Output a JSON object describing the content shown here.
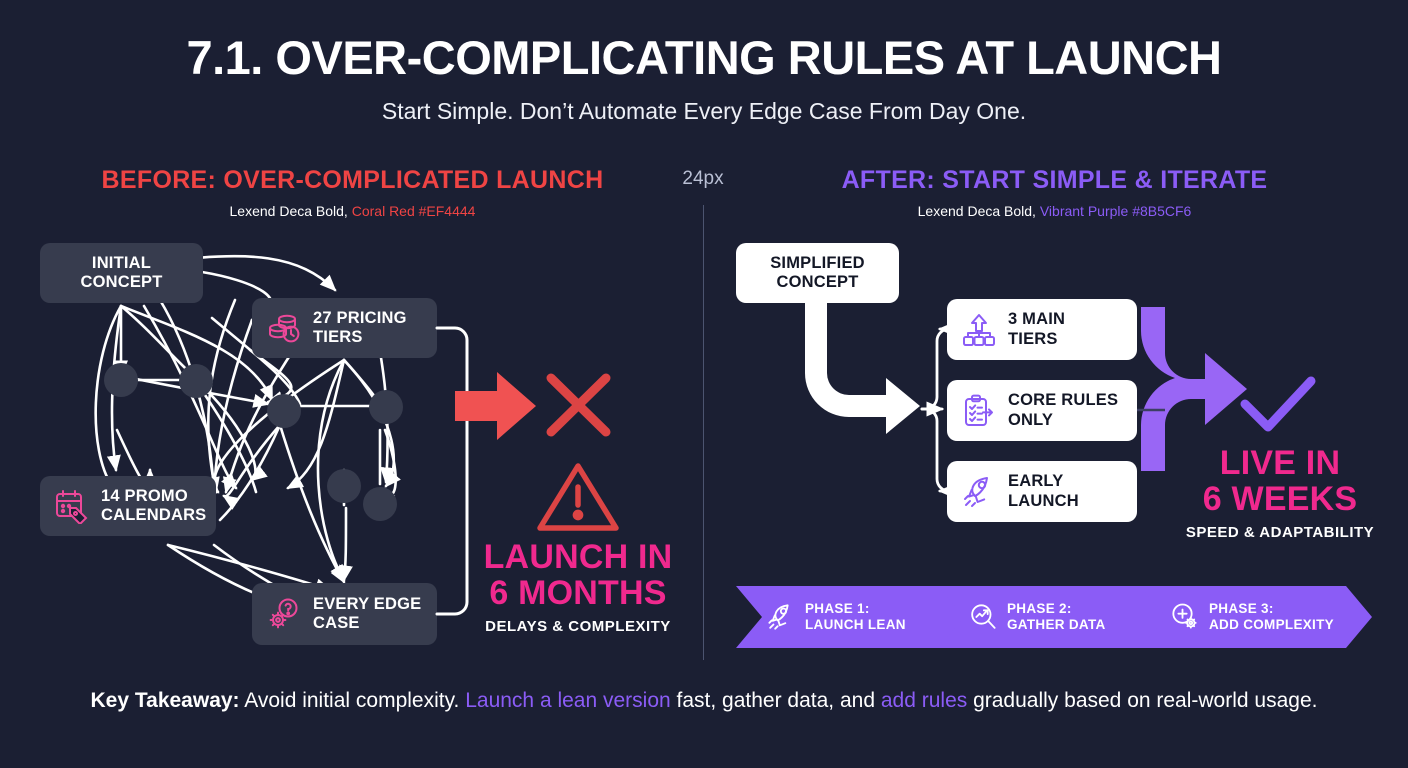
{
  "header": {
    "title": "7.1. OVER-COMPLICATING RULES AT LAUNCH",
    "subtitle": "Start Simple. Don’t Automate Every Edge Case From Day One."
  },
  "gutter": {
    "label": "24px"
  },
  "colors": {
    "background": "#1b1f33",
    "coral_red": "#EF4444",
    "vibrant_purple": "#8B5CF6",
    "hot_pink": "#F0298E",
    "node_dark": "#373C4E",
    "white": "#FFFFFF"
  },
  "before": {
    "heading": "BEFORE: OVER-COMPLICATED LAUNCH",
    "heading_color": "#EF4444",
    "caption_font": "Lexend Deca Bold,",
    "caption_color_name": "Coral Red #EF4444",
    "nodes": [
      {
        "label": "INITIAL\nCONCEPT",
        "icon": "none"
      },
      {
        "label": "27 PRICING\nTIERS",
        "icon": "coins-clock-icon"
      },
      {
        "label": "14 PROMO\nCALENDARS",
        "icon": "calendar-tag-icon"
      },
      {
        "label": "EVERY EDGE\nCASE",
        "icon": "gear-question-icon"
      }
    ],
    "result": {
      "x_icon": "x-mark-icon",
      "warning_icon": "warning-triangle-icon",
      "headline": "LAUNCH IN\n6 MONTHS",
      "headline_line1": "LAUNCH IN",
      "headline_line2": "6 MONTHS",
      "subline": "DELAYS & COMPLEXITY"
    }
  },
  "after": {
    "heading": "AFTER: START SIMPLE & ITERATE",
    "heading_color": "#8B5CF6",
    "caption_font": "Lexend Deca Bold,",
    "caption_color_name": "Vibrant Purple #8B5CF6",
    "nodes": [
      {
        "label": "SIMPLIFIED\nCONCEPT",
        "icon": "none"
      },
      {
        "label": "3 MAIN\nTIERS",
        "icon": "hierarchy-icon"
      },
      {
        "label": "CORE RULES\nONLY",
        "icon": "clipboard-check-icon"
      },
      {
        "label": "EARLY\nLAUNCH",
        "icon": "rocket-icon"
      }
    ],
    "result": {
      "check_icon": "check-mark-icon",
      "headline_line1": "LIVE IN",
      "headline_line2": "6 WEEKS",
      "subline": "SPEED & ADAPTABILITY"
    },
    "phases": [
      {
        "line1": "PHASE 1:",
        "line2": "LAUNCH LEAN",
        "icon": "rocket-icon"
      },
      {
        "line1": "PHASE 2:",
        "line2": "GATHER DATA",
        "icon": "chart-magnifier-icon"
      },
      {
        "line1": "PHASE 3:",
        "line2": "ADD COMPLEXITY",
        "icon": "plus-gear-icon"
      }
    ]
  },
  "footer": {
    "lead": "Key Takeaway:",
    "part1": " Avoid initial complexity. ",
    "hl1": "Launch a lean version",
    "part2": " fast, gather data, and ",
    "hl2": "add rules",
    "part3": " gradually based on real-world usage."
  }
}
